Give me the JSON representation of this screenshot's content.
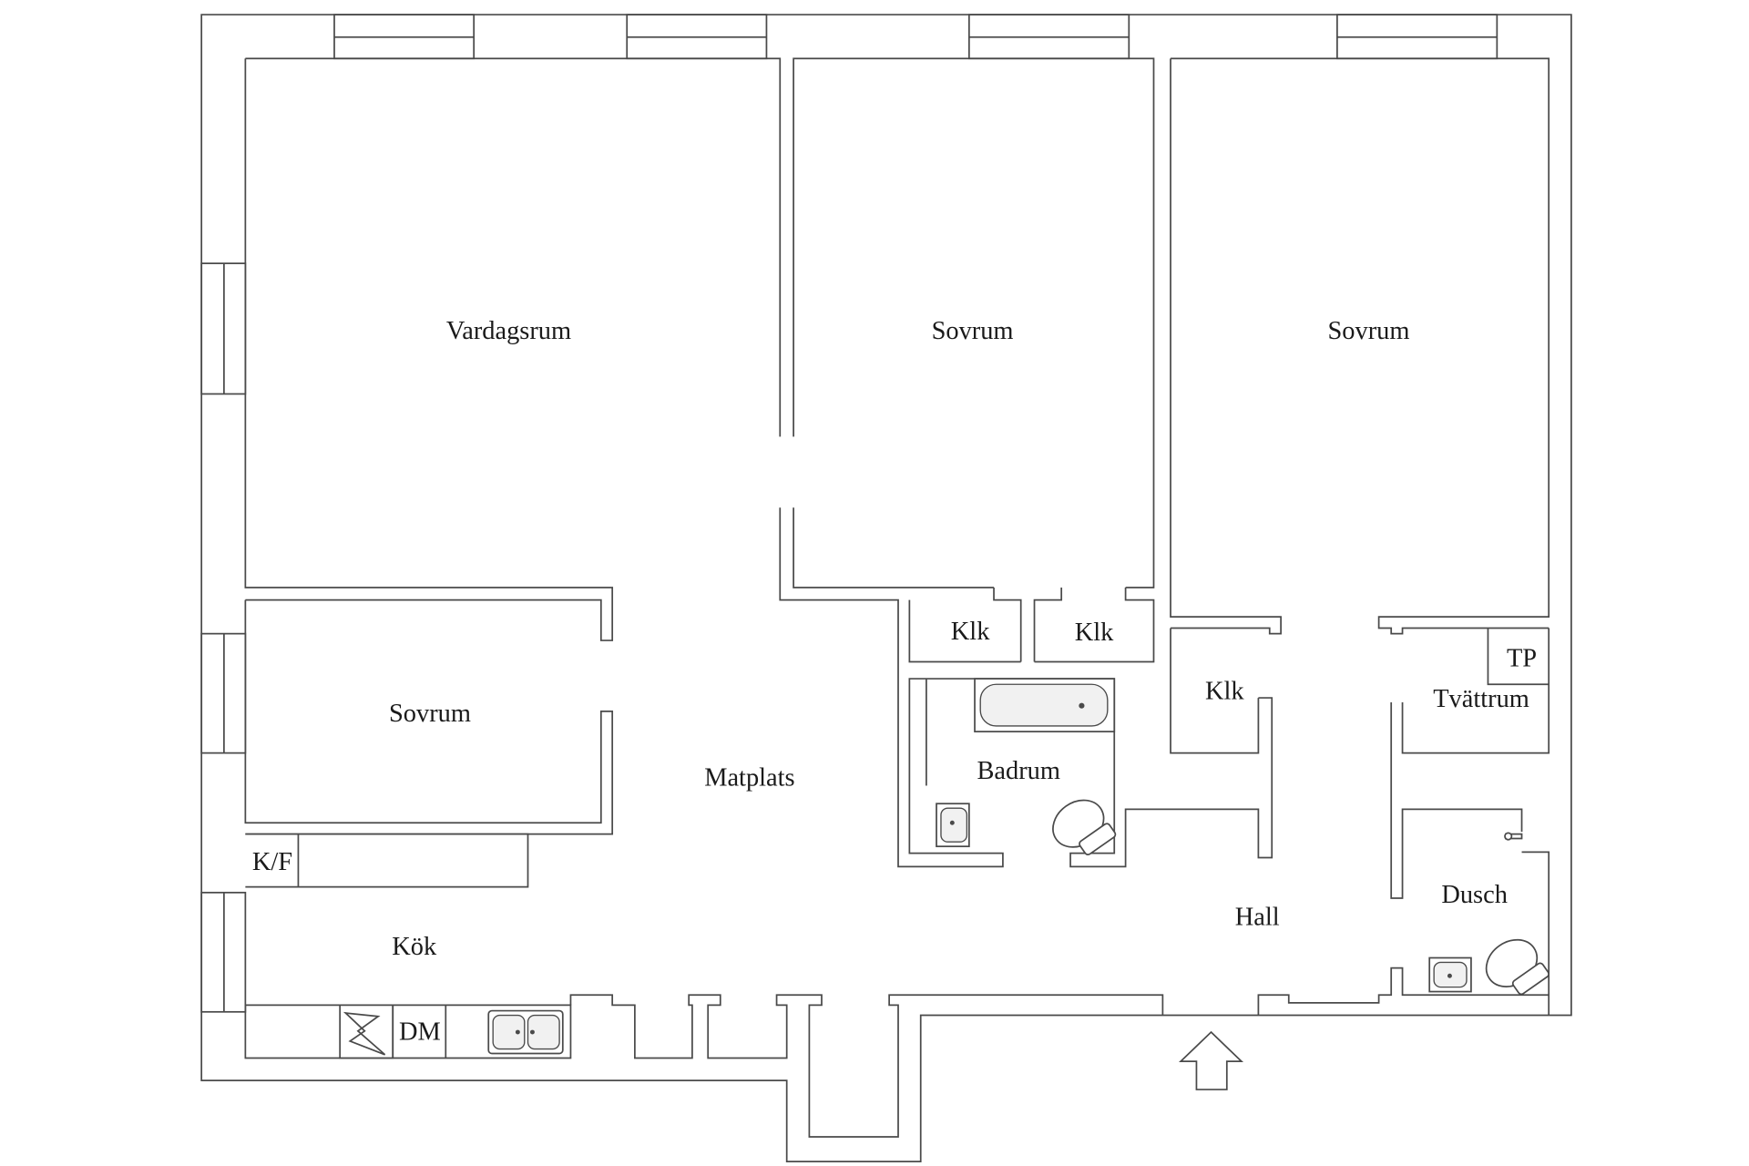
{
  "floorplan": {
    "rooms": {
      "vardagsrum": "Vardagsrum",
      "sovrum_middle": "Sovrum",
      "sovrum_right": "Sovrum",
      "sovrum_left": "Sovrum",
      "matplats": "Matplats",
      "kok": "Kök",
      "kf": "K/F",
      "dm": "DM",
      "klk_1": "Klk",
      "klk_2": "Klk",
      "klk_3": "Klk",
      "badrum": "Badrum",
      "tp": "TP",
      "tvattrum": "Tvättrum",
      "dusch": "Dusch",
      "hall": "Hall"
    },
    "icons": {
      "entrance": "entrance-arrow-icon",
      "bathtub": "bathtub-icon",
      "toilet": "toilet-icon",
      "sink": "sink-icon",
      "kitchen_sink": "kitchen-sink-icon",
      "stove": "stove-icon"
    }
  }
}
